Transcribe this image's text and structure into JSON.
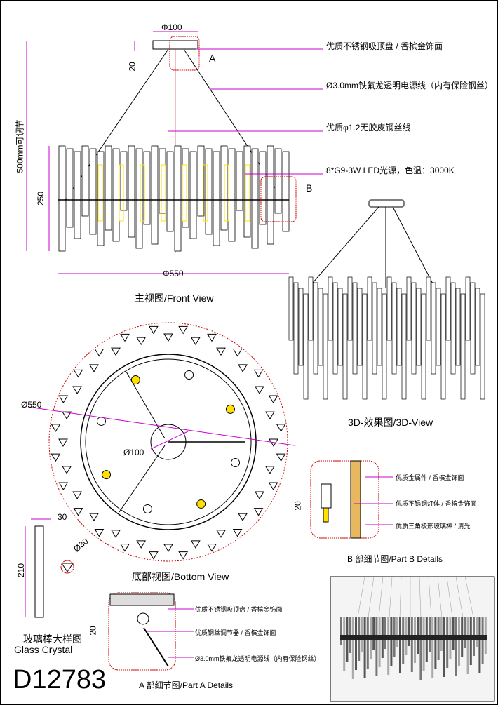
{
  "front": {
    "dim_canopy": "Φ100",
    "dim_canopy_h": "20",
    "dim_height": "500mm可调节",
    "dim_body_h": "250",
    "dim_width": "Φ550",
    "marker_a": "A",
    "marker_b": "B",
    "caption": "主视图/Front View",
    "labels": [
      "优质不锈钢吸顶盘 / 香槟金饰面",
      "Ø3.0mm铁氟龙透明电源线（内有保险钢丝）",
      "优质φ1.2无胶皮钢丝线",
      "8*G9-3W LED光源，色温：3000K"
    ]
  },
  "view3d": {
    "caption": "3D-效果图/3D-View"
  },
  "bottom": {
    "dim_outer": "Ø550",
    "dim_inner": "Ø100",
    "caption": "底部视图/Bottom View"
  },
  "part_b": {
    "labels": [
      "优质金属件 / 香槟金饰面",
      "优质不锈钢灯体 / 香槟金饰面",
      "优质三角棱形玻璃棒 / 清光"
    ],
    "dim": "20",
    "caption": "B 部细节图/Part B Details"
  },
  "part_a": {
    "labels": [
      "优质不锈钢吸顶盘 / 香槟金饰面",
      "优质钢丝调节器 / 香槟金饰面",
      "Ø3.0mm铁氟龙透明电源线（内有保险钢丝）"
    ],
    "dim": "20",
    "caption": "A 部细节图/Part A Details"
  },
  "crystal": {
    "dim_w": "30",
    "dim_h": "210",
    "dim_d": "Ø30",
    "caption_cn": "玻璃棒大样图",
    "caption_en": "Glass Crystal"
  },
  "model": "D12783",
  "colors": {
    "dim": "#cc00cc",
    "detail": "#cc0000",
    "bulb": "#ffe000"
  }
}
